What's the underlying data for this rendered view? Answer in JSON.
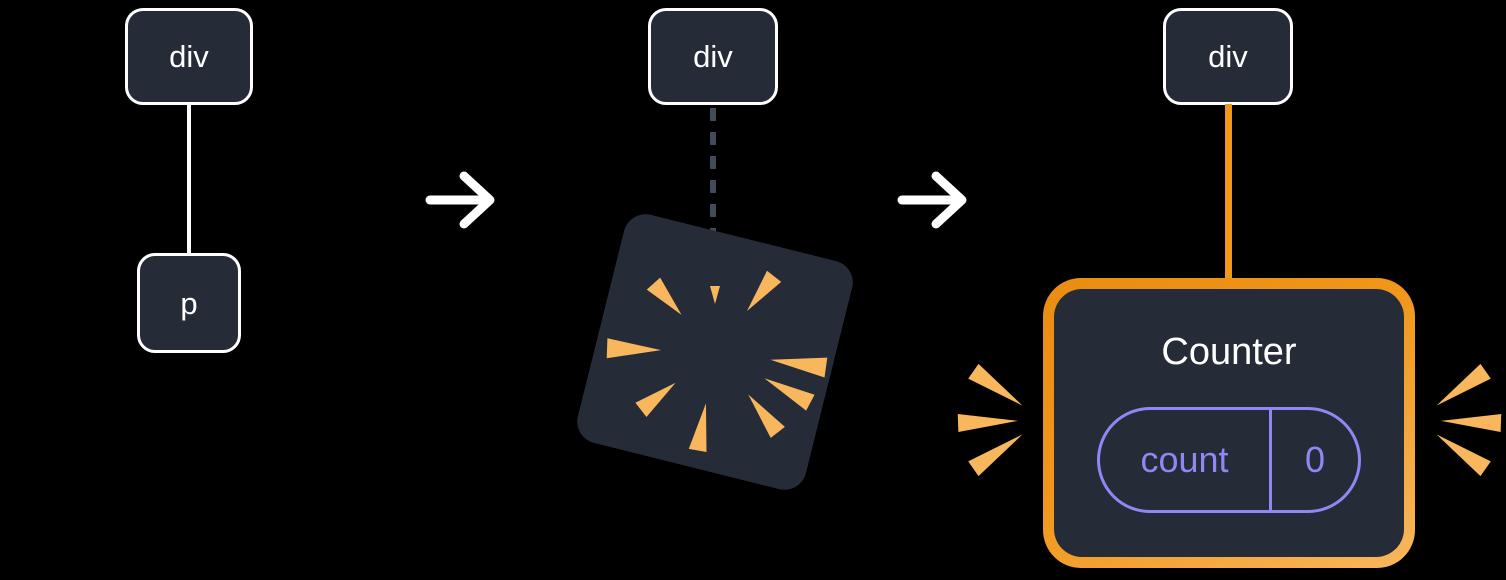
{
  "colors": {
    "background": "#000000",
    "node_fill": "#262c37",
    "node_border": "#ffffff",
    "node_text": "#ffffff",
    "edge": "#ffffff",
    "dashed_edge": "#434b58",
    "arrow": "#ffffff",
    "orange": "#f0971c",
    "orange_deep": "#e98c12",
    "orange_light": "#f8b75d",
    "purple": "#8e88f4"
  },
  "stage_before": {
    "parent_label": "div",
    "child_label": "p"
  },
  "stage_destroy": {
    "parent_label": "div"
  },
  "stage_after": {
    "parent_label": "div",
    "component_title": "Counter",
    "state_key": "count",
    "state_value": "0"
  }
}
